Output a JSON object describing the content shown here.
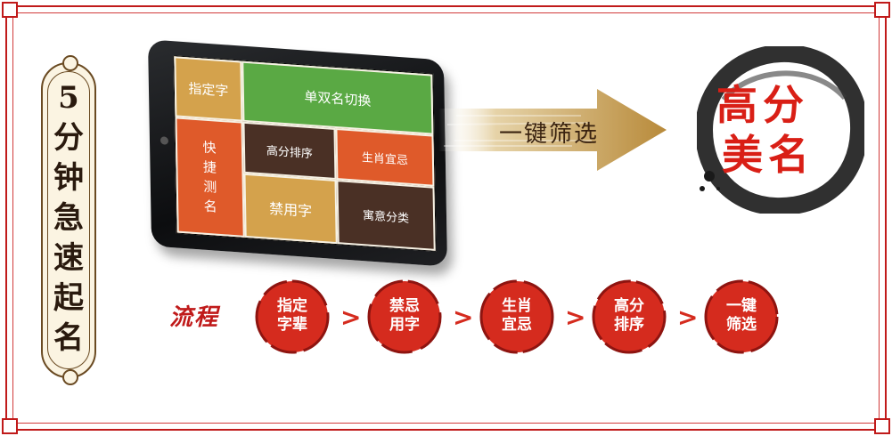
{
  "banner": {
    "chars": [
      "5",
      "分",
      "钟",
      "急",
      "速",
      "起",
      "名"
    ]
  },
  "tablet": {
    "tiles": {
      "assign": "指定字",
      "switch": "单双名切换",
      "quick": [
        "快",
        "捷",
        "测",
        "名"
      ],
      "score": "高分排序",
      "zodiac": "生肖宜忌",
      "forbid": "禁用字",
      "meaning": "寓意分类"
    }
  },
  "arrow": {
    "label": "一键筛选"
  },
  "result": {
    "line1": "高分",
    "line2": "美名"
  },
  "process": {
    "label": "流程",
    "separator": ">",
    "steps": [
      {
        "line1": "指定",
        "line2": "字辈"
      },
      {
        "line1": "禁忌",
        "line2": "用字"
      },
      {
        "line1": "生肖",
        "line2": "宜忌"
      },
      {
        "line1": "高分",
        "line2": "排序"
      },
      {
        "line1": "一键",
        "line2": "筛选"
      }
    ]
  },
  "colors": {
    "frame": "#c01a1a",
    "green": "#5aa944",
    "orange": "#df5a2a",
    "gold": "#d4a24c",
    "brown": "#4a3025",
    "seal_red": "#d52b1e",
    "ink": "#1a1a1a"
  }
}
